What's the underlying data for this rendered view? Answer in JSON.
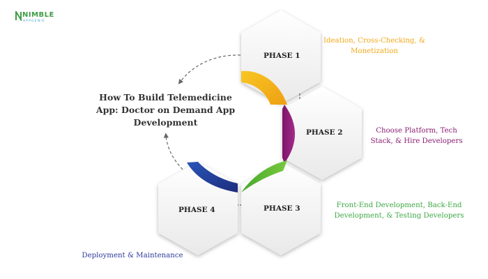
{
  "logo": {
    "brand": "NIMBLE",
    "tagline": "APPGENIE"
  },
  "title": "How To Build Telemedicine App: Doctor on Demand App Development",
  "phases": [
    {
      "label": "PHASE 1",
      "description": "Ideation, Cross-Checking, & Monetization",
      "color": "#f5b218"
    },
    {
      "label": "PHASE 2",
      "description": "Choose Platform, Tech Stack, & Hire Developers",
      "color": "#8e1f77"
    },
    {
      "label": "PHASE 3",
      "description": "Front-End Development, Back-End Development, & Testing Developers",
      "color": "#5cb532"
    },
    {
      "label": "PHASE 4",
      "description": "Deployment & Maintenance",
      "color": "#243f9a"
    }
  ]
}
